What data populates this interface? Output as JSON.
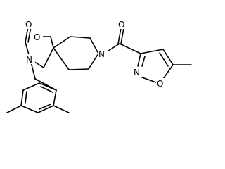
{
  "structure": {
    "atoms": {
      "carbonyl_oxygen_ring": "O",
      "ring_oxygen": "O",
      "oxazolidinone_nitrogen": "N",
      "piperidine_nitrogen": "N",
      "amide_oxygen": "O",
      "isoxazole_nitrogen": "N",
      "isoxazole_oxygen": "O"
    }
  },
  "colors": {
    "bond": "#000000",
    "label": "#000000",
    "background": "#ffffff"
  }
}
